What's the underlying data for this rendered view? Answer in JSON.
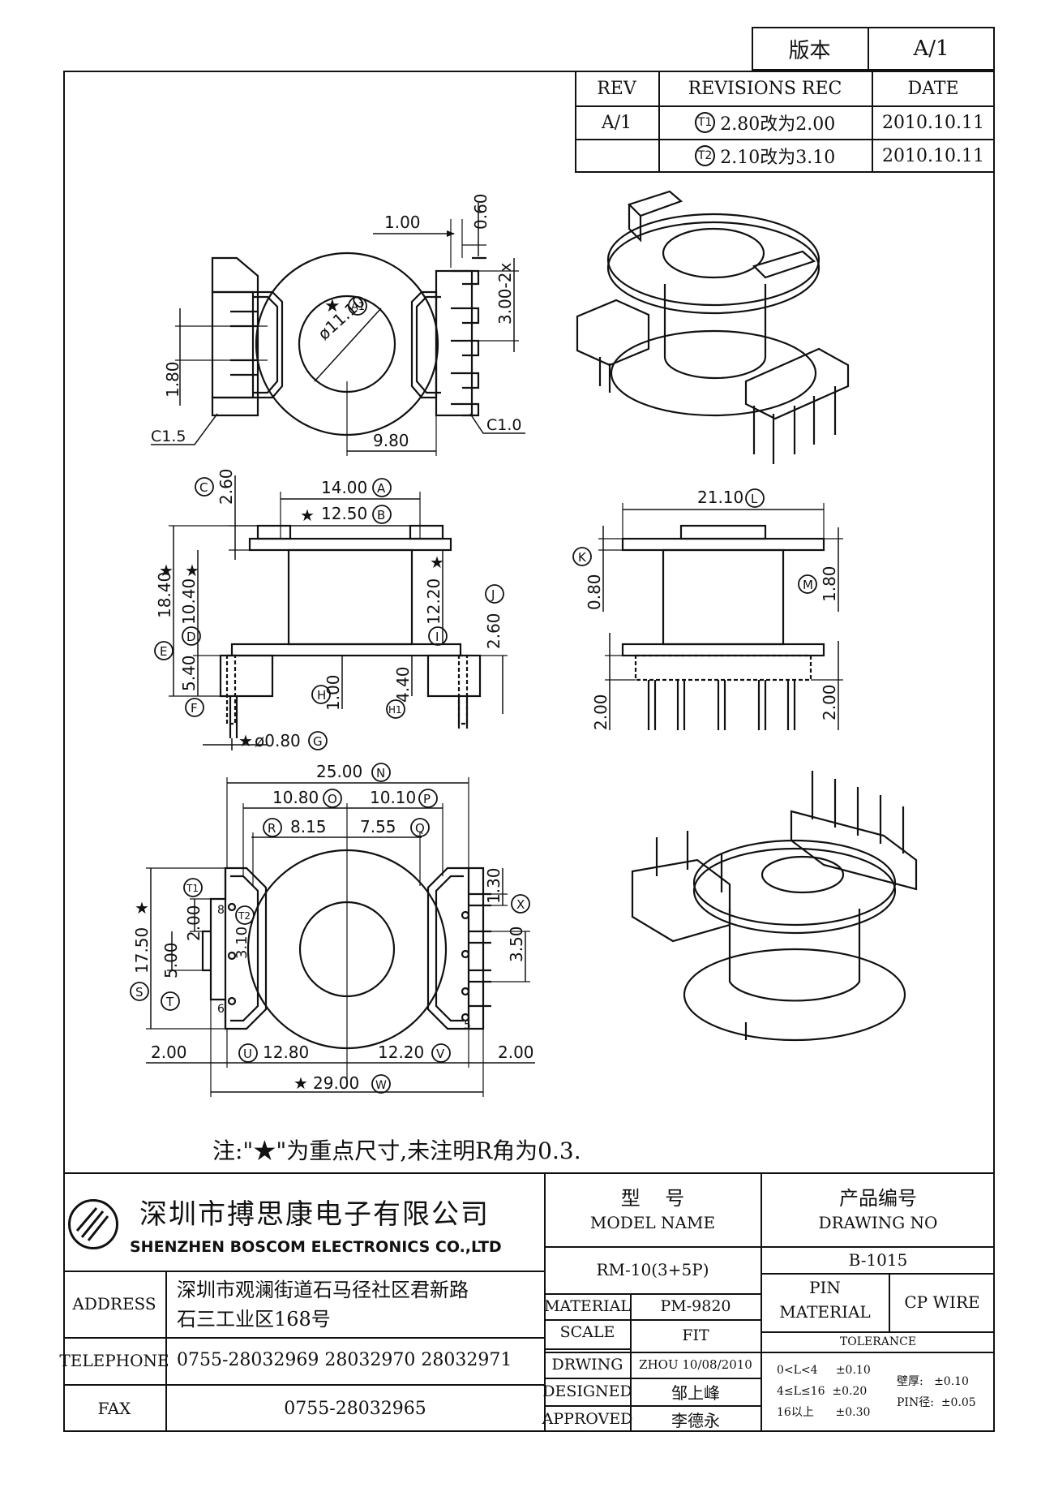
{
  "version_box": {
    "label": "版本",
    "value": "A/1"
  },
  "revisions": {
    "headers": {
      "rev": "REV",
      "rec": "REVISIONS REC",
      "date": "DATE"
    },
    "rows": [
      {
        "rev": "A/1",
        "mark": "T1",
        "text": "2.80改为2.00",
        "date": "2010.10.11"
      },
      {
        "rev": "",
        "mark": "T2",
        "text": "2.10改为3.10",
        "date": "2010.10.11"
      }
    ]
  },
  "drawing": {
    "top": {
      "d100": "1.00",
      "d060": "0.60",
      "d300": "3.00-2x",
      "d180": "1.80",
      "d1110": "ø11.10",
      "mA1": "A1",
      "star": "★",
      "c15": "C1.5",
      "c10": "C1.0",
      "d980": "9.80"
    },
    "front": {
      "d1400": "14.00",
      "mA": "A",
      "d1250": "12.50",
      "mB": "B",
      "d260": "2.60",
      "mC": "C",
      "d1840": "18.40",
      "mE": "E",
      "d1040": "10.40",
      "mD": "D",
      "d540": "5.40",
      "mF": "F",
      "d100": "1.00",
      "mH": "H",
      "d440": "4.40",
      "mH1": "H1",
      "d1220": "12.20",
      "mI": "I",
      "d260b": "2.60",
      "mJ": "J",
      "d080": "ø0.80",
      "mG": "G",
      "star": "★"
    },
    "side": {
      "d2110": "21.10",
      "mL": "L",
      "d080": "0.80",
      "mK": "K",
      "d180": "1.80",
      "mM": "M",
      "d200a": "2.00",
      "d200b": "2.00"
    },
    "bottom": {
      "d2500": "25.00",
      "mN": "N",
      "d1080": "10.80",
      "mO": "O",
      "d1010": "10.10",
      "mP": "P",
      "d815": "8.15",
      "mR": "R",
      "d755": "7.55",
      "mQ": "Q",
      "d1750": "17.50",
      "mS": "S",
      "d200": "2.00",
      "d500": "5.00",
      "mT": "T",
      "d310": "3.10",
      "mT1": "T1",
      "mT2": "T2",
      "d130": "1.30",
      "mX": "X",
      "d350": "3.50",
      "d200l": "2.00",
      "d1280": "12.80",
      "mU": "U",
      "d1220": "12.20",
      "mV": "V",
      "d200r": "2.00",
      "d2900": "29.00",
      "mW": "W",
      "star": "★",
      "p8": "8",
      "p6": "6",
      "p5": "5"
    },
    "note": "注:\"★\"为重点尺寸,未注明R角为0.3."
  },
  "title_block": {
    "company_cn": "深圳市搏思康电子有限公司",
    "company_en": "SHENZHEN BOSCOM ELECTRONICS CO.,LTD",
    "model_label_cn": "型    号",
    "model_label_en": "MODEL NAME",
    "model_value": "RM-10(3+5P)",
    "drawing_no_label_cn": "产品编号",
    "drawing_no_label_en": "DRAWING NO",
    "drawing_no_value": "B-1015",
    "address_label": "ADDRESS",
    "address_line1": "深圳市观澜街道石马径社区君新路",
    "address_line2": "石三工业区168号",
    "telephone_label": "TELEPHONE",
    "telephone_value": "0755-28032969 28032970 28032971",
    "fax_label": "FAX",
    "fax_value": "0755-28032965",
    "material_label": "MATERIAL",
    "material_value": "PM-9820",
    "scale_label": "SCALE",
    "scale_value": "FIT",
    "drawing_label": "DRWING",
    "drawing_value": "ZHOU 10/08/2010",
    "designed_label": "DESIGNED",
    "designed_value": "邹上峰",
    "approved_label": "APPROVED",
    "approved_value": "李德永",
    "pin_material_label1": "PIN",
    "pin_material_label2": "MATERIAL",
    "pin_material_value": "CP WIRE",
    "tolerance_label": "TOLERANCE",
    "tol1": "0<L<4     ±0.10",
    "tol2": "4≤L≤16  ±0.20",
    "tol3": "16以上      ±0.30",
    "tol4": "壁厚:   ±0.10",
    "tol5": "PIN径:  ±0.05"
  }
}
